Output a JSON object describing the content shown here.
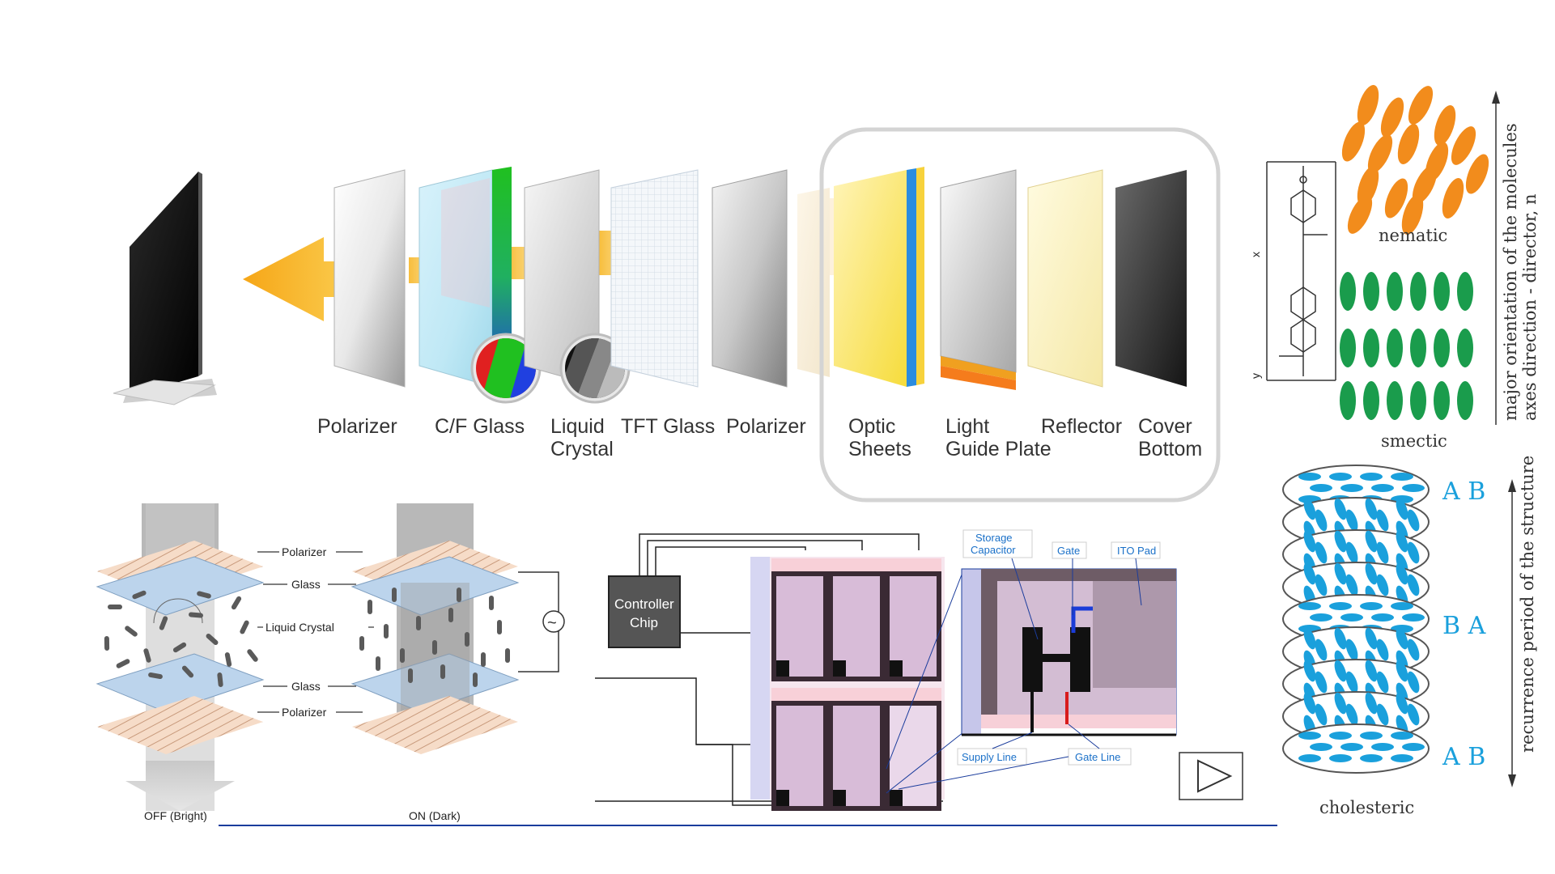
{
  "layers": {
    "polarizer_front": "Polarizer",
    "cf_glass": "C/F Glass",
    "liquid_crystal_1": "Liquid",
    "liquid_crystal_2": "Crystal",
    "tft_glass": "TFT Glass",
    "polarizer_back": "Polarizer",
    "optic_sheets_1": "Optic",
    "optic_sheets_2": "Sheets",
    "light_guide_1": "Light",
    "light_guide_2": "Guide Plate",
    "reflector": "Reflector",
    "cover_bottom_1": "Cover",
    "cover_bottom_2": "Bottom"
  },
  "phases": {
    "nematic": "nematic",
    "smectic": "smectic",
    "cholesteric": "cholesteric",
    "director_axis_1": "major orientation of the molecules",
    "director_axis_2": "axes direction  - director, n",
    "recurrence": "recurrence period of the structure",
    "ab_1": "A  B",
    "ba": "B  A",
    "ab_2": "A  B",
    "mol_x": "x",
    "mol_y": "y"
  },
  "lcd_cell": {
    "polarizer_top": "Polarizer",
    "glass_top": "Glass",
    "liquid_crystal": "Liquid Crystal",
    "glass_bottom": "Glass",
    "polarizer_bottom": "Polarizer",
    "off_state": "OFF (Bright)",
    "on_state": "ON (Dark)",
    "ac_symbol": "~"
  },
  "tft": {
    "controller_1": "Controller",
    "controller_2": "Chip",
    "storage_1": "Storage",
    "storage_2": "Capacitor",
    "gate": "Gate",
    "ito_pad": "ITO Pad",
    "supply_line": "Supply Line",
    "gate_line": "Gate Line"
  },
  "colors": {
    "arrow": "#f5a81c",
    "nematic": "#f28c1c",
    "smectic": "#1a9c4c",
    "cholesteric": "#1aa0dc",
    "pixel": "#d8bcd8",
    "divider": "#1a3c9c"
  },
  "icons": {
    "play": "play-icon"
  }
}
